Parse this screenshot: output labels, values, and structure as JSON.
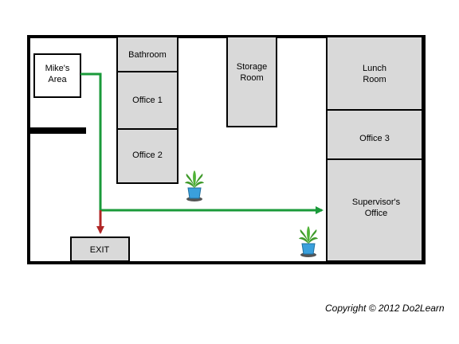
{
  "rooms": {
    "mikes_area_1": "Mike's",
    "mikes_area_2": "Area",
    "bathroom": "Bathroom",
    "office1": "Office 1",
    "office2": "Office 2",
    "storage_1": "Storage",
    "storage_2": "Room",
    "lunch_1": "Lunch",
    "lunch_2": "Room",
    "office3": "Office 3",
    "supervisor_1": "Supervisor's",
    "supervisor_2": "Office",
    "exit": "EXIT"
  },
  "copyright": "Copyright © 2012 Do2Learn",
  "colors": {
    "wall": "#000000",
    "room_fill": "#d9d9d9",
    "route_to_supervisor": "#1a9a3a",
    "route_to_exit": "#b02626",
    "plant_pot": "#3aa0dc",
    "plant_leaves": "#3f9a2a"
  },
  "icons": [
    "plant-icon",
    "arrow-icon"
  ]
}
